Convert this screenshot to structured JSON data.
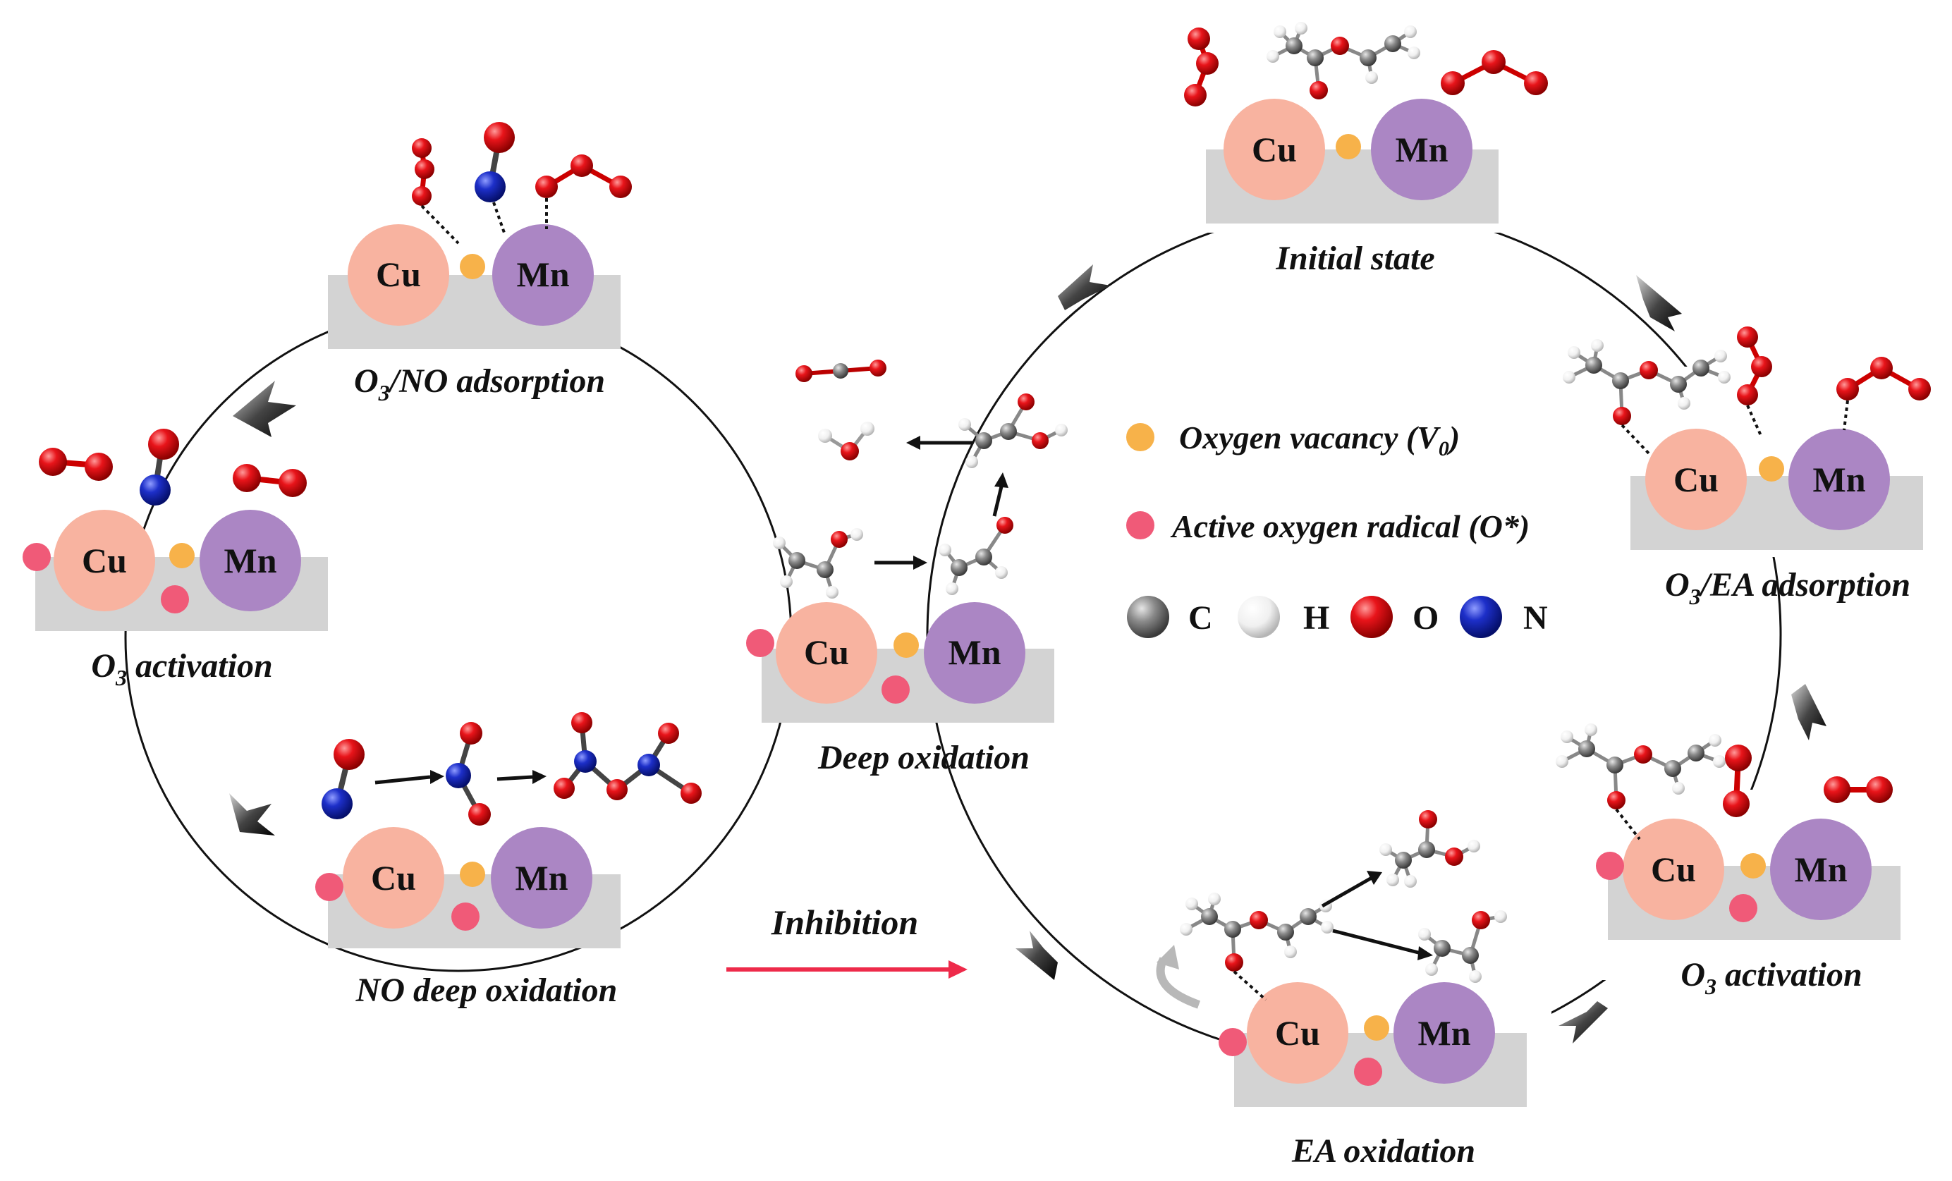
{
  "metals": {
    "cu": "Cu",
    "mn": "Mn"
  },
  "stages": {
    "o3_no_adsorption": {
      "main": "O",
      "sub": "3",
      "rest": "/NO adsorption"
    },
    "o3_activation_left": {
      "main": "O",
      "sub": "3",
      "rest": " activation"
    },
    "no_deep_oxidation": "NO deep oxidation",
    "deep_oxidation": "Deep oxidation",
    "initial_state": "Initial state",
    "o3_ea_adsorption": {
      "main": "O",
      "sub": "3",
      "rest": "/EA adsorption"
    },
    "o3_activation_right": {
      "main": "O",
      "sub": "3",
      "rest": " activation"
    },
    "ea_oxidation": "EA oxidation"
  },
  "inhibition_label": "Inhibition",
  "legend": {
    "vacancy": {
      "main": "Oxygen vacancy (V",
      "sub": "0",
      "close": ")"
    },
    "radical": "Active oxygen radical (O*)",
    "atoms": [
      "C",
      "H",
      "O",
      "N"
    ]
  },
  "colors": {
    "cu": "#f8b3a0",
    "mn": "#ab86c4",
    "support": "#d3d3d3",
    "vacancy": "#f7b24a",
    "radical": "#f05a78",
    "oxygen_atom": "#e8141a",
    "nitrogen_atom": "#1d2fc9",
    "carbon_atom": "#8a8a8a",
    "hydrogen_atom": "#f2f2f2",
    "inhibition_arrow": "#ee2a4a"
  }
}
